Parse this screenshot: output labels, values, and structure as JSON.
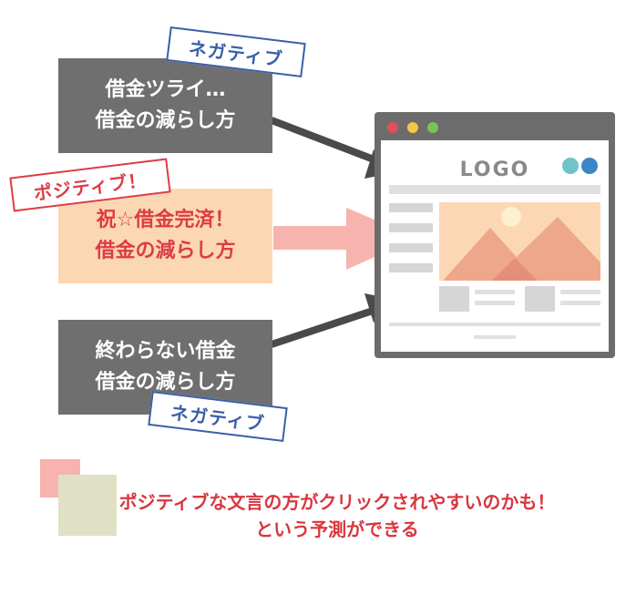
{
  "top_box": {
    "line1": "借金ツライ…",
    "line2": "借金の減らし方"
  },
  "top_tag": "ネガティブ",
  "middle_box": {
    "line1": "祝☆借金完済！",
    "line2": "借金の減らし方"
  },
  "middle_tag": "ポジティブ！",
  "bottom_box": {
    "line1": "終わらない借金",
    "line2": "借金の減らし方"
  },
  "bottom_tag": "ネガティブ",
  "browser": {
    "logo": "LOGO"
  },
  "conclusion": {
    "line1": "ポジティブな文言の方がクリックされやすいのかも！",
    "line2": "という予測ができる"
  },
  "colors": {
    "negative": "#3b5fa9",
    "positive": "#dc3d44",
    "gray_box": "#6f6f6f",
    "orange_box": "#fbd7b4",
    "arrow_dark": "#4a4a4a",
    "arrow_pink": "#f7b3ad"
  }
}
